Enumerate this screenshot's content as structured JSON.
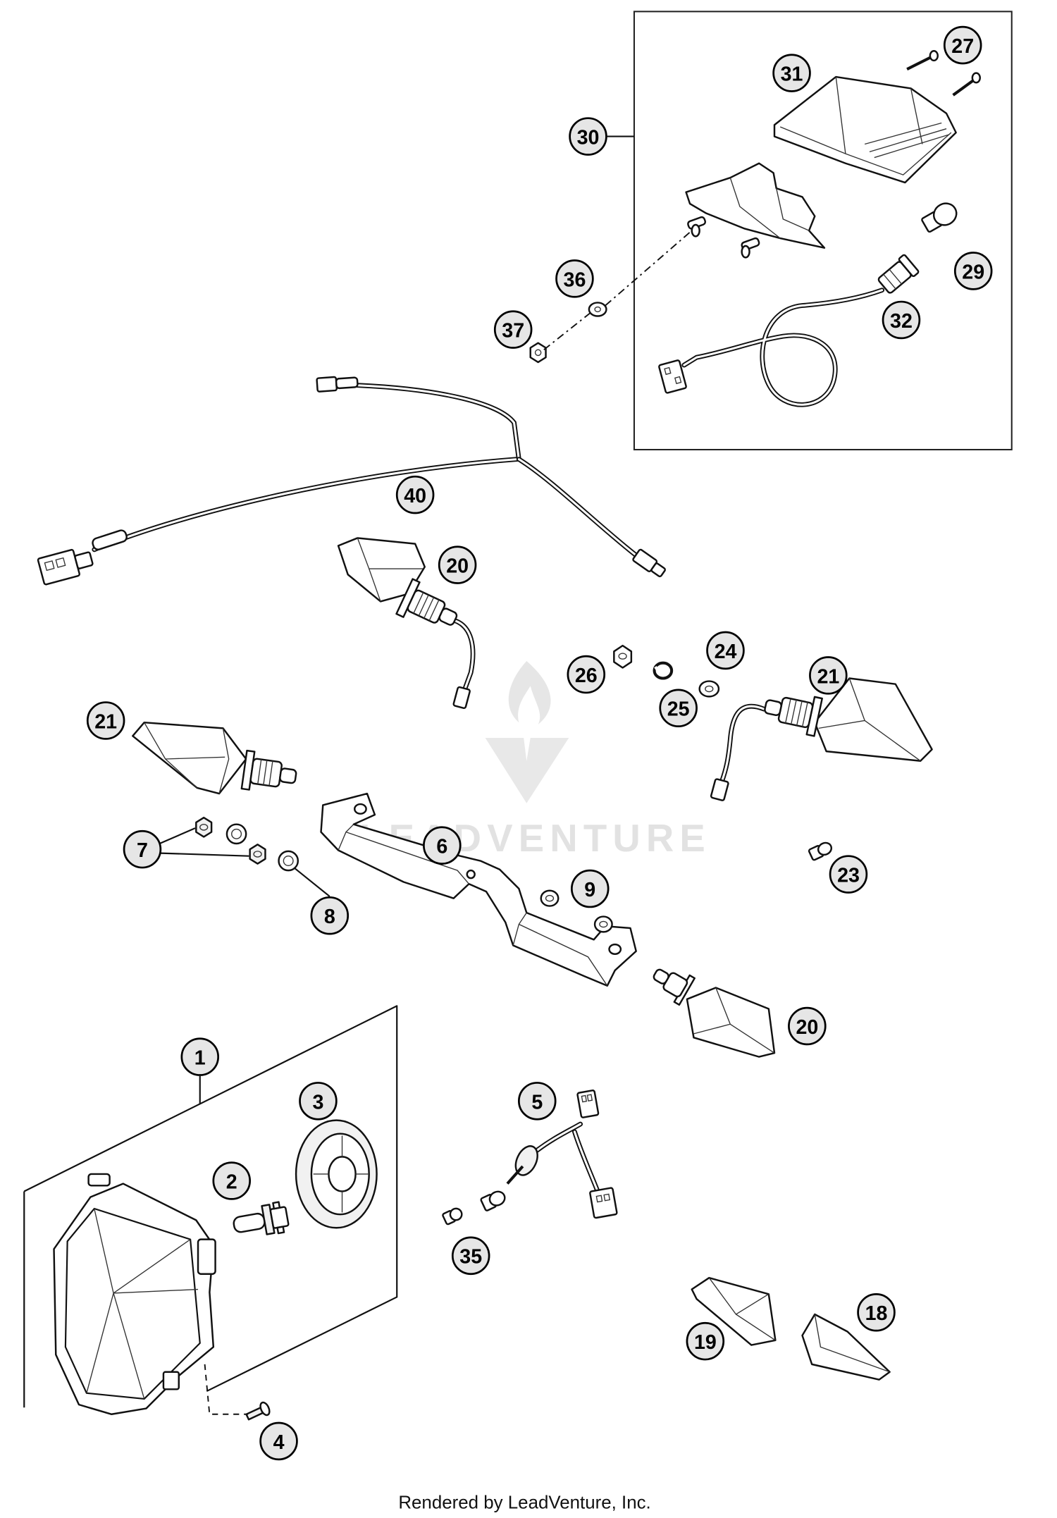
{
  "diagram": {
    "callouts": [
      {
        "label": "27"
      },
      {
        "label": "31"
      },
      {
        "label": "30"
      },
      {
        "label": "36"
      },
      {
        "label": "29"
      },
      {
        "label": "37"
      },
      {
        "label": "32"
      },
      {
        "label": "40"
      },
      {
        "label": "20"
      },
      {
        "label": "24"
      },
      {
        "label": "26"
      },
      {
        "label": "21"
      },
      {
        "label": "25"
      },
      {
        "label": "21"
      },
      {
        "label": "7"
      },
      {
        "label": "6"
      },
      {
        "label": "23"
      },
      {
        "label": "9"
      },
      {
        "label": "8"
      },
      {
        "label": "20"
      },
      {
        "label": "1"
      },
      {
        "label": "3"
      },
      {
        "label": "5"
      },
      {
        "label": "2"
      },
      {
        "label": "35"
      },
      {
        "label": "18"
      },
      {
        "label": "19"
      },
      {
        "label": "4"
      }
    ],
    "watermark": "LEADVENTURE",
    "footer": "Rendered by LeadVenture, Inc."
  }
}
